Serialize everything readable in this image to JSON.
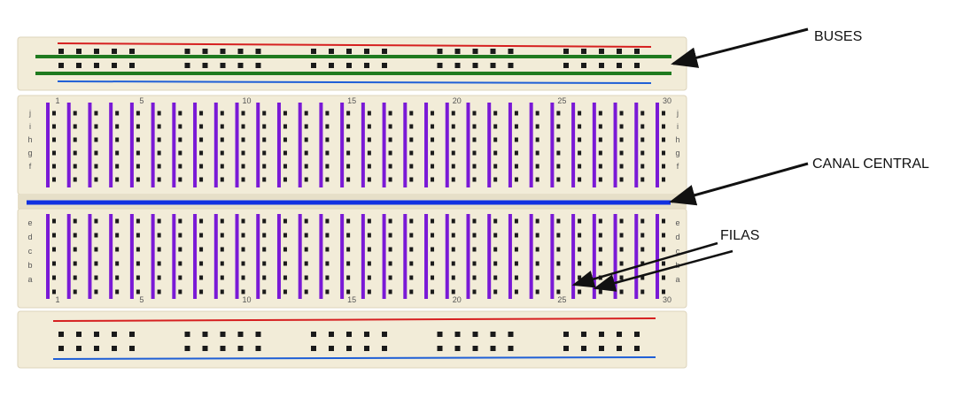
{
  "labels": {
    "buses": "BUSES",
    "canal_central": "CANAL CENTRAL",
    "filas": "FILAS"
  },
  "breadboard": {
    "columns": 30,
    "column_numbers": [
      "1",
      "5",
      "10",
      "15",
      "20",
      "25",
      "30"
    ],
    "row_letters_top": [
      "j",
      "i",
      "h",
      "g",
      "f"
    ],
    "row_letters_bottom": [
      "e",
      "d",
      "c",
      "b",
      "a"
    ],
    "bus_groups": 5,
    "holes_per_bus_group": 5
  },
  "colors": {
    "board": "#f2ecd8",
    "hole": "#1a1a1a",
    "bus_highlight": "#1f7a1f",
    "channel_highlight": "#1030e0",
    "column_highlight": "#7a19d6",
    "red_rail": "#d62020",
    "blue_rail": "#1f5fd6"
  }
}
